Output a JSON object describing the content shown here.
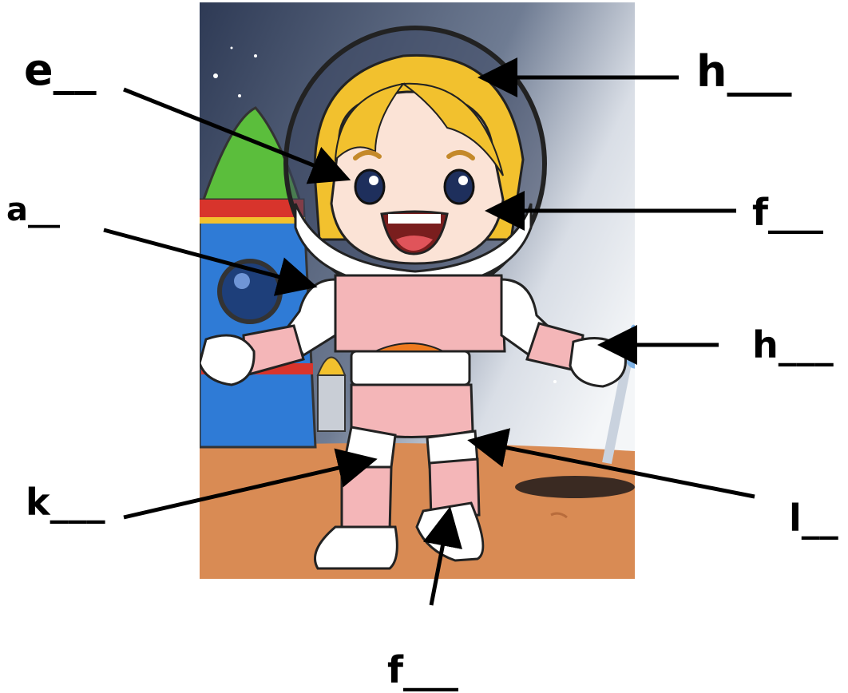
{
  "labels": {
    "eye": "e__",
    "hair": "h___",
    "arm": "a__",
    "face": "f___",
    "hand": "h___",
    "knee": "k___",
    "leg": "l__",
    "foot": "f___"
  },
  "colors": {
    "hair": "#F2C12E",
    "suit_pink": "#F4B6B8",
    "suit_white": "#FFFFFF",
    "skin": "#FBE3D6",
    "ground": "#D98B54",
    "sky_dark": "#2E3A55",
    "rocket_blue": "#2F7BD6",
    "rocket_red": "#D8342C",
    "rocket_green": "#5BBE3C",
    "belly_orange": "#EE7A1E",
    "arrow": "#000000"
  }
}
